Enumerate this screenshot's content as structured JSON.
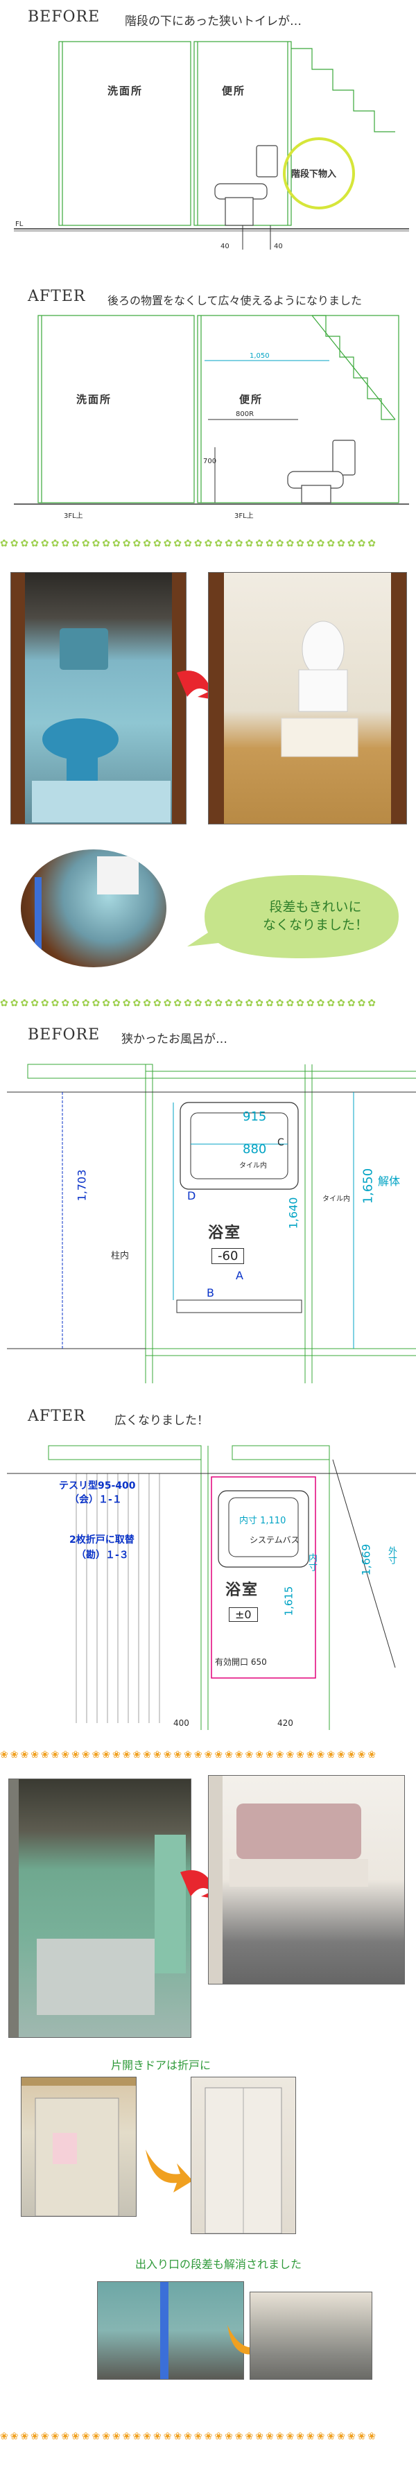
{
  "section1": {
    "heading_en": "BEFORE",
    "heading_jp": "階段の下にあった狭いトイレが…",
    "room_washroom": "洗面所",
    "room_toilet": "便所",
    "callout_storage": "階段下物入",
    "dim_fl": "FL",
    "dim_40a": "40",
    "dim_40b": "40"
  },
  "section2": {
    "heading_en": "AFTER",
    "heading_jp": "後ろの物置をなくして広々使えるようになりました",
    "room_washroom": "洗面所",
    "room_toilet": "便所",
    "dim_1050": "1,050",
    "dim_700": "700",
    "dim_fl_a": "3FL上",
    "dim_fl_b": "3FL上",
    "label_shelf": "800R"
  },
  "photo_caption_bubble": "段差もきれいに\nなくなりました！",
  "section3": {
    "heading_en": "BEFORE",
    "heading_jp": "狭かったお風呂が…",
    "dim_915": "915",
    "dim_880": "880",
    "tile_in_a": "タイル内",
    "tile_in_b": "タイル内",
    "room_bath": "浴室",
    "level": "-60",
    "dim_1703": "1,703",
    "dim_1640": "1,640",
    "dim_1650": "1,650",
    "demolish": "解体",
    "pillar_in": "柱内",
    "letter_a": "A",
    "letter_b": "B",
    "letter_c": "C",
    "letter_d": "D"
  },
  "section4": {
    "heading_en": "AFTER",
    "heading_jp": "広くなりました！",
    "note_1": "テスリ型95-400",
    "note_1b": "（会）１-１",
    "note_2": "2枚折戸に取替",
    "note_2b": "（勘）１-３",
    "dim_1110": "内寸 1,110",
    "system_bath": "システムバス",
    "room_bath": "浴室",
    "level": "±0",
    "dim_1615": "1,615",
    "inner": "内寸",
    "dim_1669": "1,669",
    "outer": "外寸",
    "opening": "有効開口 650",
    "dim_400": "400",
    "dim_420": "420"
  },
  "caption_door": "片開きドアは折戸に",
  "caption_step": "出入り口の段差も解消されました",
  "colors": {
    "cyan": "#00a3c4",
    "green_lines": "#3aa83a",
    "bubble": "#c6e48b",
    "arrow_red": "#e8262e",
    "arrow_orange": "#f0a020",
    "magenta": "#e2007a"
  }
}
